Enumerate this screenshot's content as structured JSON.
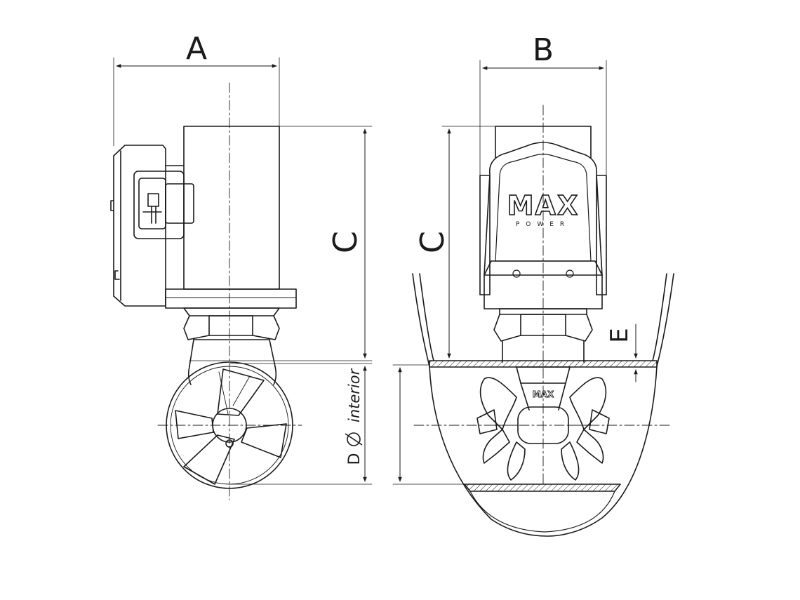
{
  "labels": {
    "a": "A",
    "b": "B",
    "c_left": "C",
    "c_right": "C",
    "d": "D",
    "d_suffix": "interior",
    "e": "E"
  },
  "logo": {
    "brand": "MAX",
    "sub": "POWER",
    "small": "MAX"
  },
  "colors": {
    "line": "#1a1a1a",
    "background": "#ffffff"
  },
  "icons": {
    "diameter": "diameter-symbol-icon"
  }
}
